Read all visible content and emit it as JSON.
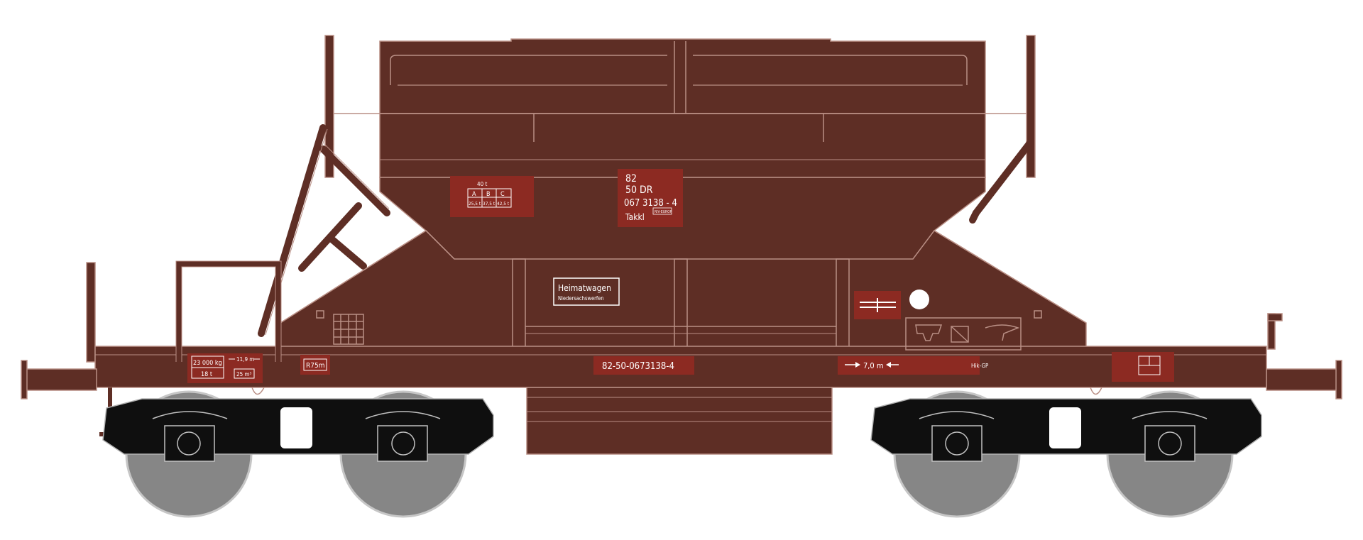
{
  "wagon": {
    "number_block": {
      "line1": "82",
      "line2": "50 DR",
      "line3": "067 3138 - 4",
      "line4": "Takkl",
      "badge": "RIV-EUROP"
    },
    "load_table": {
      "top": "40 t",
      "headers": [
        "A",
        "B",
        "C"
      ],
      "values": [
        "25,5 t",
        "37,5 t",
        "42,5 t"
      ]
    },
    "home_station": {
      "title": "Heimatwagen",
      "subtitle": "Niedersachswerfen"
    },
    "frame_number": "82-50-0673138-4",
    "weight_plate": {
      "weight": "23 000 kg",
      "tonnage": "18 t",
      "length": "11,9 m",
      "volume": "25 m³"
    },
    "curve_radius": "R75m",
    "distance_label": "7,0 m",
    "brake_label": "Hik-GP",
    "colors": {
      "body": "#5e2e25",
      "panel": "#8c2a22",
      "line": "#b98f85",
      "bogie": "#0f0f0f",
      "wheel": "#868686",
      "wheel_rim": "#c6c6c6"
    }
  }
}
